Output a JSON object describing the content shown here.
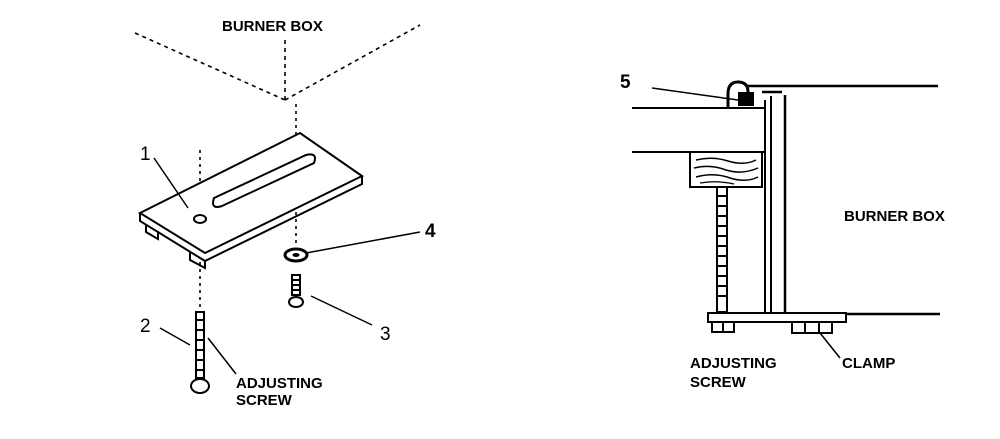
{
  "left_view": {
    "burner_box_label": "BURNER BOX",
    "callout_1": "1",
    "callout_2": "2",
    "callout_3": "3",
    "callout_4": "4",
    "adjusting_screw_line1": "ADJUSTING",
    "adjusting_screw_line2": "SCREW"
  },
  "right_view": {
    "callout_5": "5",
    "burner_box_label": "BURNER BOX",
    "adjusting_screw_line1": "ADJUSTING",
    "adjusting_screw_line2": "SCREW",
    "clamp_label": "CLAMP"
  }
}
